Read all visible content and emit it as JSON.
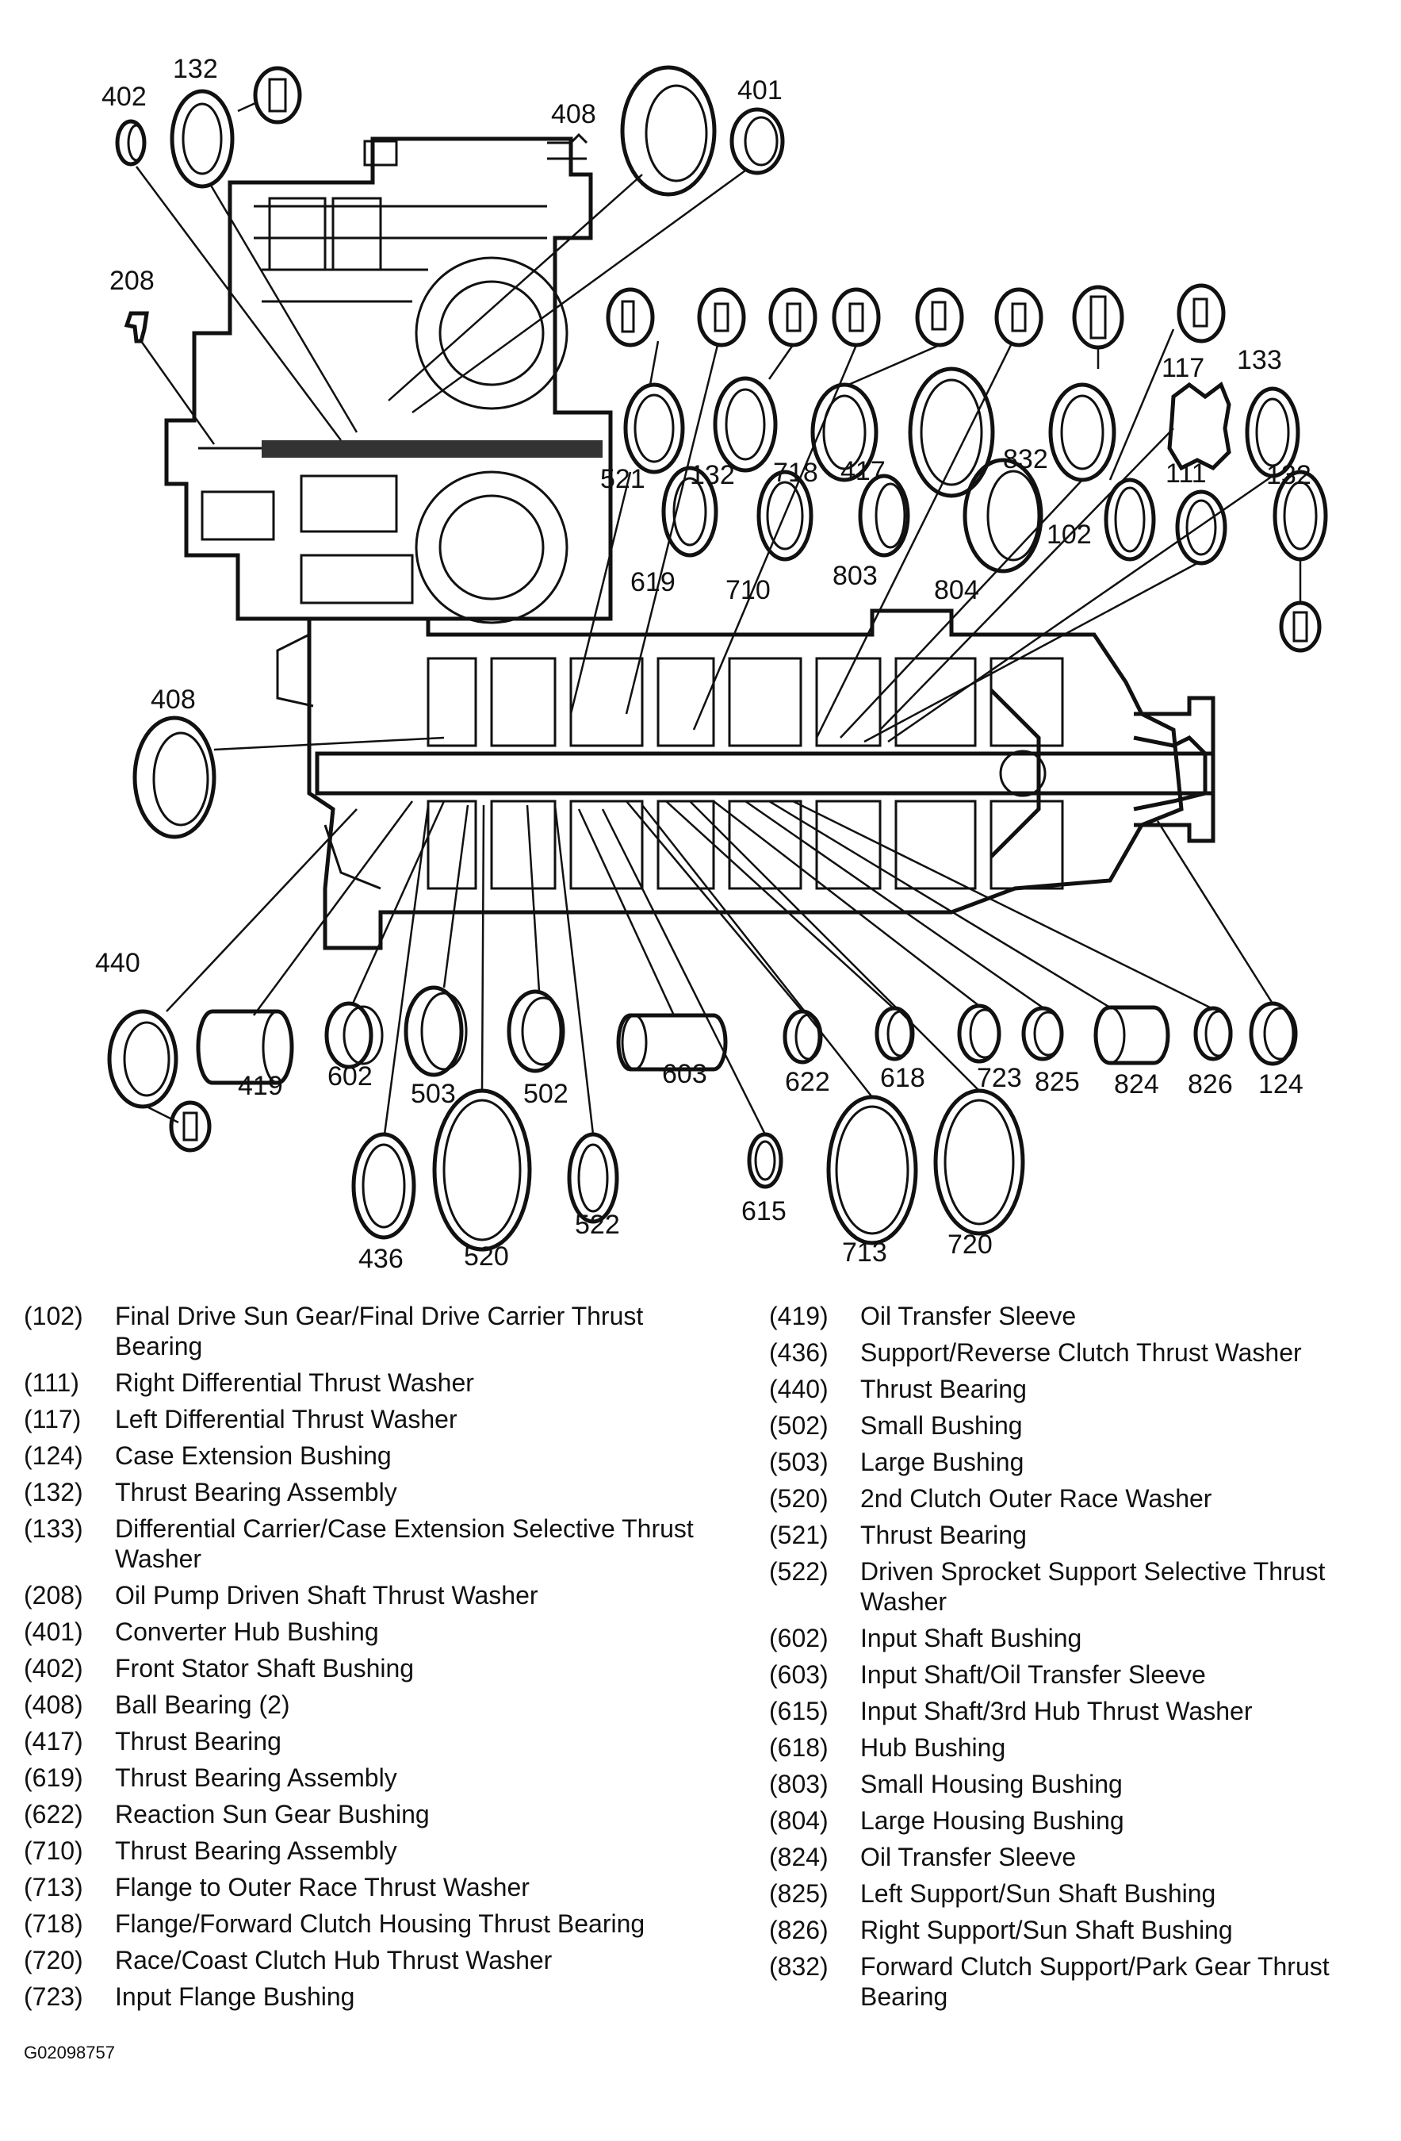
{
  "callouts": {
    "c402": "402",
    "c132a": "132",
    "c408a": "408",
    "c401": "401",
    "c208": "208",
    "c117": "117",
    "c133": "133",
    "c521": "521",
    "c132b": "132",
    "c718": "718",
    "c417": "417",
    "c832": "832",
    "c111": "111",
    "c132c": "132",
    "c619": "619",
    "c710": "710",
    "c803": "803",
    "c804": "804",
    "c102": "102",
    "c408b": "408",
    "c440": "440",
    "c419": "419",
    "c602": "602",
    "c503": "503",
    "c502": "502",
    "c603": "603",
    "c622": "622",
    "c618": "618",
    "c723": "723",
    "c825": "825",
    "c824": "824",
    "c826": "826",
    "c124": "124",
    "c436": "436",
    "c520": "520",
    "c522": "522",
    "c615": "615",
    "c713": "713",
    "c720": "720"
  },
  "legend": {
    "left": [
      {
        "num": "(102)",
        "desc": "Final Drive Sun Gear/Final Drive Carrier Thrust Bearing"
      },
      {
        "num": "(111)",
        "desc": "Right Differential Thrust Washer"
      },
      {
        "num": "(117)",
        "desc": "Left Differential Thrust Washer"
      },
      {
        "num": "(124)",
        "desc": "Case Extension Bushing"
      },
      {
        "num": "(132)",
        "desc": "Thrust Bearing Assembly"
      },
      {
        "num": "(133)",
        "desc": "Differential Carrier/Case Extension Selective Thrust Washer"
      },
      {
        "num": "(208)",
        "desc": "Oil Pump Driven Shaft Thrust Washer"
      },
      {
        "num": "(401)",
        "desc": "Converter Hub Bushing"
      },
      {
        "num": "(402)",
        "desc": "Front Stator Shaft Bushing"
      },
      {
        "num": "(408)",
        "desc": "Ball Bearing (2)"
      },
      {
        "num": "(417)",
        "desc": "Thrust Bearing"
      },
      {
        "num": "(619)",
        "desc": "Thrust Bearing Assembly"
      },
      {
        "num": "(622)",
        "desc": "Reaction Sun Gear Bushing"
      },
      {
        "num": "(710)",
        "desc": "Thrust Bearing Assembly"
      },
      {
        "num": "(713)",
        "desc": "Flange to Outer Race Thrust Washer"
      },
      {
        "num": "(718)",
        "desc": "Flange/Forward Clutch Housing Thrust Bearing"
      },
      {
        "num": "(720)",
        "desc": "Race/Coast Clutch Hub Thrust Washer"
      },
      {
        "num": "(723)",
        "desc": "Input Flange Bushing"
      }
    ],
    "right": [
      {
        "num": "(419)",
        "desc": "Oil Transfer Sleeve"
      },
      {
        "num": "(436)",
        "desc": "Support/Reverse Clutch Thrust Washer"
      },
      {
        "num": "(440)",
        "desc": "Thrust Bearing"
      },
      {
        "num": "(502)",
        "desc": "Small Bushing"
      },
      {
        "num": "(503)",
        "desc": "Large Bushing"
      },
      {
        "num": "(520)",
        "desc": "2nd Clutch Outer Race Washer"
      },
      {
        "num": "(521)",
        "desc": "Thrust Bearing"
      },
      {
        "num": "(522)",
        "desc": "Driven Sprocket Support Selective Thrust Washer"
      },
      {
        "num": "(602)",
        "desc": "Input Shaft Bushing"
      },
      {
        "num": "(603)",
        "desc": "Input Shaft/Oil Transfer Sleeve"
      },
      {
        "num": "(615)",
        "desc": "Input Shaft/3rd Hub Thrust Washer"
      },
      {
        "num": "(618)",
        "desc": "Hub Bushing"
      },
      {
        "num": "(803)",
        "desc": "Small Housing Bushing"
      },
      {
        "num": "(804)",
        "desc": "Large Housing Bushing"
      },
      {
        "num": "(824)",
        "desc": "Oil Transfer Sleeve"
      },
      {
        "num": "(825)",
        "desc": "Left Support/Sun Shaft Bushing"
      },
      {
        "num": "(826)",
        "desc": "Right Support/Sun Shaft Bushing"
      },
      {
        "num": "(832)",
        "desc": "Forward Clutch Support/Park Gear Thrust Bearing"
      }
    ]
  },
  "figure_id": "G02098757"
}
